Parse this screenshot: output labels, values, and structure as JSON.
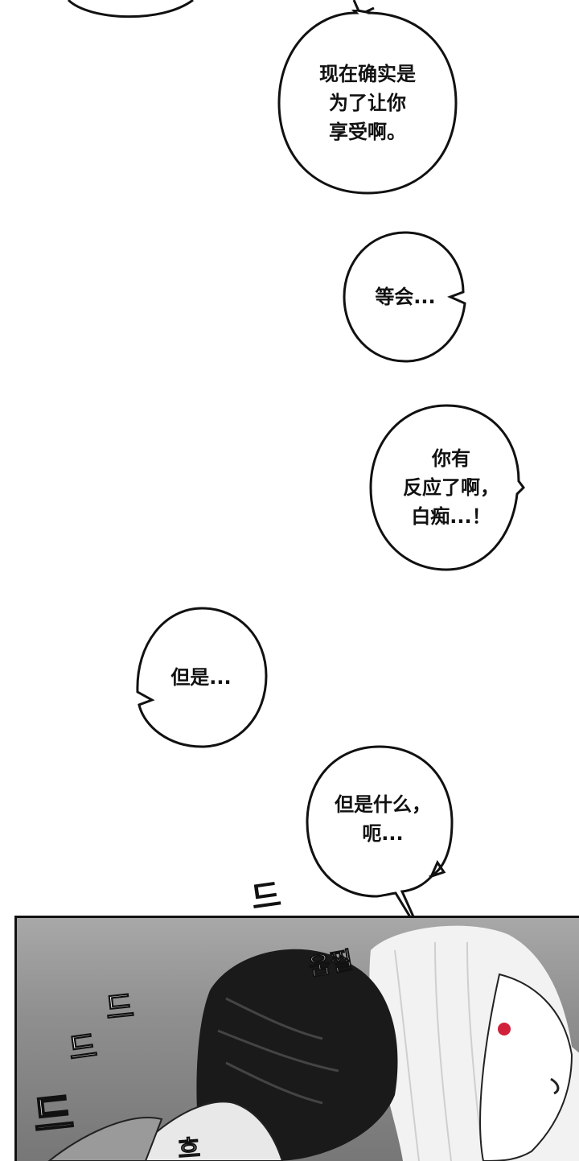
{
  "bubbles": [
    {
      "text": "现在确实是\n为了让你\n享受啊。"
    },
    {
      "text": "等会..."
    },
    {
      "text": "你有\n反应了啊，\n白痴...！"
    },
    {
      "text": "但是..."
    },
    {
      "text": "但是什么，\n呃..."
    }
  ],
  "sfx": {
    "top": "드",
    "panel_1": "움찔",
    "panel_2": "드",
    "panel_3": "드",
    "panel_4": "드",
    "panel_5": "흐"
  },
  "colors": {
    "ink": "#111111",
    "panel_tone": "#8f8f8f",
    "hair_light": "#f2f2f2",
    "hair_dark": "#1a1a1a",
    "eye_red": "#d0203a"
  }
}
